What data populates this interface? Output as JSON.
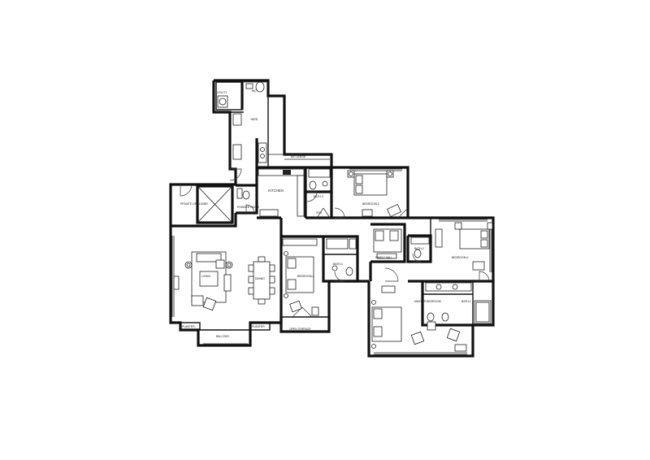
{
  "rooms": {
    "utility": "UTILITY",
    "wc": "WC",
    "yard": "YARD",
    "ac_ledge": "A/C LEDGE",
    "kitchen": "KITCHEN",
    "bath_3": "BATH-3",
    "bedroom_3": "BEDROOM-3",
    "private_lift_lobby": "PRIVATE LIFT LOBBY",
    "powder_room": "POWDER ROOM",
    "store": "STO.",
    "family_hall": "FAMILY HALL",
    "bath_2": "BATH-2",
    "bedroom_2": "BEDROOM-2",
    "living": "LIVING",
    "dining": "DINING",
    "bedroom_4": "BEDROOM-4",
    "bath_4": "BATH-4",
    "master_bedroom": "MASTER BEDROOM",
    "bath_1": "BATH-1",
    "open_terrace": "OPEN TERRACE",
    "planter_left": "PLANTER",
    "planter_right": "PLANTER",
    "balcony": "BALCONY"
  },
  "colors": {
    "wall": "#111111",
    "background": "#ffffff"
  }
}
